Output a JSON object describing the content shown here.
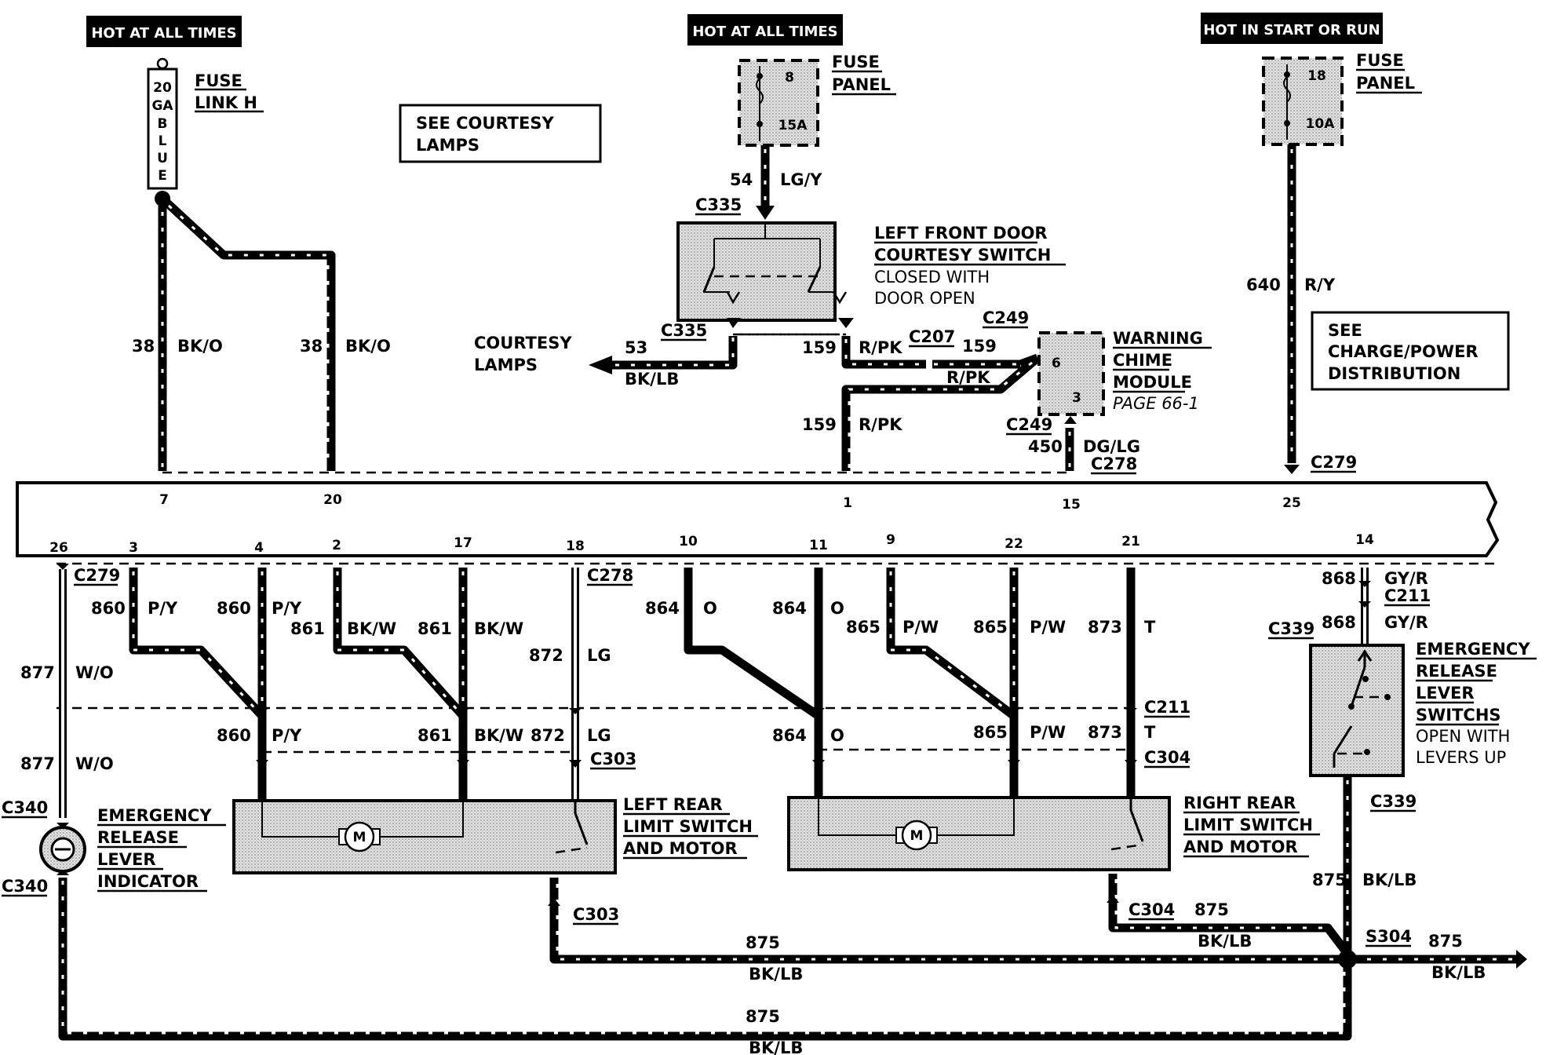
{
  "power": {
    "hot_left": "HOT AT ALL TIMES",
    "hot_mid": "HOT AT ALL TIMES",
    "hot_right": "HOT IN START OR RUN"
  },
  "fuse_link": {
    "label_line1": "FUSE",
    "label_line2": "LINK H",
    "body_text": [
      "20",
      "GA",
      "B",
      "L",
      "U",
      "E"
    ]
  },
  "fuse_panel_mid": {
    "label_line1": "FUSE",
    "label_line2": "PANEL",
    "fuse_num": "8",
    "rating": "15A"
  },
  "fuse_panel_right": {
    "label_line1": "FUSE",
    "label_line2": "PANEL",
    "fuse_num": "18",
    "rating": "10A"
  },
  "notes": {
    "see_courtesy": [
      "SEE COURTESY",
      "LAMPS"
    ],
    "see_charge": [
      "SEE",
      "CHARGE/POWER",
      "DISTRIBUTION"
    ],
    "courtesy_lamps": [
      "COURTESY",
      "LAMPS"
    ]
  },
  "components": {
    "door_switch": [
      "LEFT FRONT DOOR",
      "COURTESY SWITCH",
      "CLOSED WITH",
      "DOOR OPEN"
    ],
    "chime": [
      "WARNING",
      "CHIME",
      "MODULE",
      "PAGE 66-1"
    ],
    "chime_pins": [
      "6",
      "3"
    ],
    "ereal_switch": [
      "EMERGENCY",
      "RELEASE",
      "LEVER",
      "SWITCHS",
      "OPEN WITH",
      "LEVERS UP"
    ],
    "ereal_indicator": [
      "EMERGENCY",
      "RELEASE",
      "LEVER",
      "INDICATOR"
    ],
    "left_rear": [
      "LEFT REAR",
      "LIMIT SWITCH",
      "AND MOTOR"
    ],
    "right_rear": [
      "RIGHT REAR",
      "LIMIT SWITCH",
      "AND MOTOR"
    ],
    "motor_letter": "M"
  },
  "connectors": {
    "c335a": "C335",
    "c335b": "C335",
    "c207": "C207",
    "c249a": "C249",
    "c249b": "C249",
    "c278a": "C278",
    "c279a": "C279",
    "c279b": "C279",
    "c278b": "C278",
    "c211a": "C211",
    "c339a": "C339",
    "c211b": "C211",
    "c303a": "C303",
    "c304a": "C304",
    "c339b": "C339",
    "c340a": "C340",
    "c340b": "C340",
    "c303b": "C303",
    "c304b": "C304",
    "s304": "S304"
  },
  "wires": {
    "w38a_num": "38",
    "w38a_col": "BK/O",
    "w38b_num": "38",
    "w38b_col": "BK/O",
    "w54_num": "54",
    "w54_col": "LG/Y",
    "w53_num": "53",
    "w53_col": "BK/LB",
    "w159a_num": "159",
    "w159a_col": "R/PK",
    "w159b_num": "159",
    "w159c_col": "R/PK",
    "w159d_num": "159",
    "w159d_col": "R/PK",
    "w450_num": "450",
    "w450_col": "DG/LG",
    "w640_num": "640",
    "w640_col": "R/Y",
    "w877a_num": "877",
    "w877a_col": "W/O",
    "w877b_num": "877",
    "w877b_col": "W/O",
    "w860a_num": "860",
    "w860a_col": "P/Y",
    "w860b_num": "860",
    "w860b_col": "P/Y",
    "w860c_num": "860",
    "w860c_col": "P/Y",
    "w861a_num": "861",
    "w861a_col": "BK/W",
    "w861b_num": "861",
    "w861b_col": "BK/W",
    "w861c_num": "861",
    "w861c_col": "BK/W",
    "w872a_num": "872",
    "w872a_col": "LG",
    "w872b_num": "872",
    "w872b_col": "LG",
    "w864a_num": "864",
    "w864a_col": "O",
    "w864b_num": "864",
    "w864b_col": "O",
    "w864c_num": "864",
    "w864c_col": "O",
    "w865a_num": "865",
    "w865a_col": "P/W",
    "w865b_num": "865",
    "w865b_col": "P/W",
    "w865c_num": "865",
    "w865c_col": "P/W",
    "w873a_num": "873",
    "w873a_col": "T",
    "w873b_num": "873",
    "w873b_col": "T",
    "w868a_num": "868",
    "w868a_col": "GY/R",
    "w868b_num": "868",
    "w868b_col": "GY/R",
    "w875a_num": "875",
    "w875a_col": "BK/LB",
    "w875b_num": "875",
    "w875b_col": "BK/LB",
    "w875c_num": "875",
    "w875c_col": "BK/LB",
    "w875d_num": "875",
    "w875d_col": "BK/LB",
    "w875e_num": "875",
    "w875e_col": "BK/LB"
  },
  "module_pins": {
    "top": [
      "7",
      "20",
      "1",
      "15",
      "25"
    ],
    "bottom": [
      "26",
      "3",
      "4",
      "2",
      "17",
      "18",
      "10",
      "11",
      "9",
      "22",
      "21",
      "14"
    ]
  }
}
